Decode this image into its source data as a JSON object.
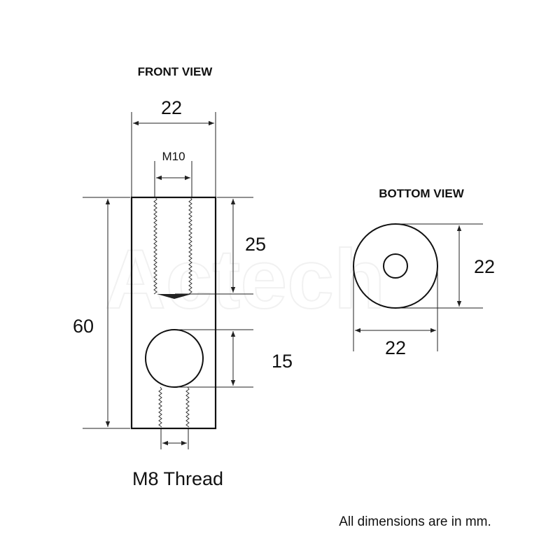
{
  "watermark": "Actech",
  "front_view": {
    "title": "FRONT VIEW",
    "width_dim": "22",
    "top_thread_dim": "M10",
    "height_dim": "60",
    "thread_depth_dim": "25",
    "hole_dim": "15",
    "bottom_thread_label": "M8 Thread"
  },
  "bottom_view": {
    "title": "BOTTOM VIEW",
    "height_dim": "22",
    "width_dim": "22"
  },
  "footer_note": "All dimensions are in mm."
}
